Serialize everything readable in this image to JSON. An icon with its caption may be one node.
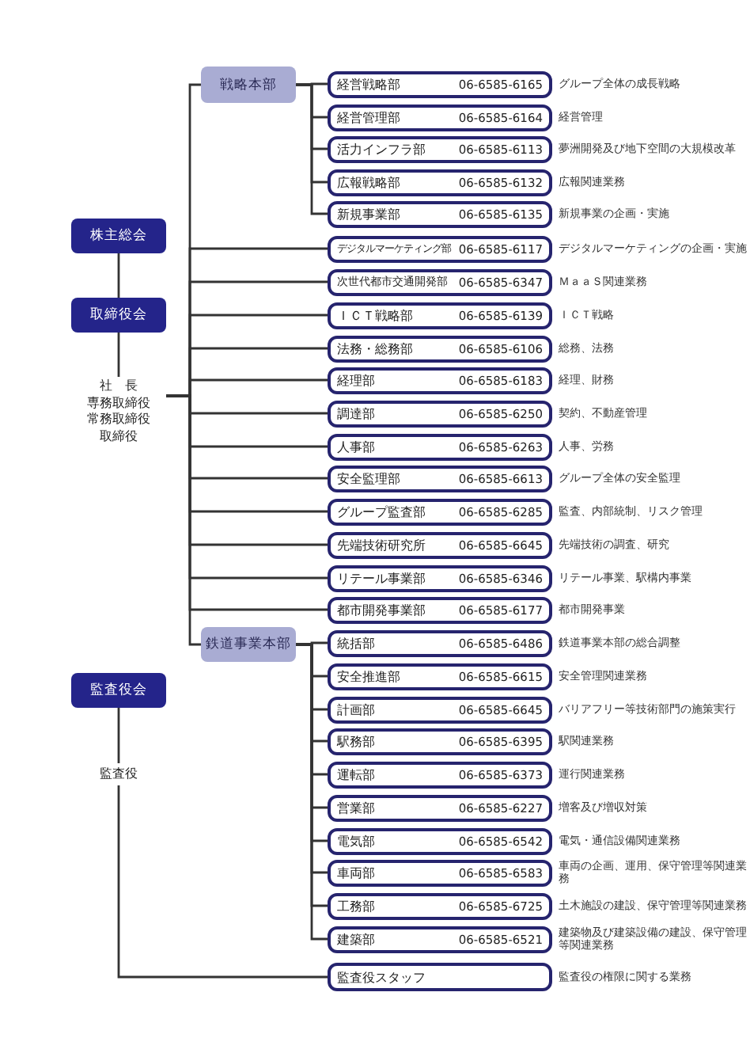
{
  "diagram": {
    "nodes": [
      {
        "text": [
          "株主総会"
        ]
      },
      {
        "text": [
          "取締役会"
        ]
      },
      {
        "text": [
          "社　長",
          "専務取締役",
          "常務取締役",
          "取締役"
        ]
      },
      {
        "text": [
          "監査役会"
        ]
      },
      {
        "text": [
          "監査役"
        ]
      },
      {
        "text": [
          "戦略本部"
        ]
      },
      {
        "text": [
          "経営戦略部",
          "06-6585-6165"
        ],
        "beside": [
          "グループ全体の成長戦略"
        ]
      },
      {
        "text": [
          "経営管理部",
          "06-6585-6164"
        ],
        "beside": [
          "経営管理"
        ]
      },
      {
        "text": [
          "活力インフラ部",
          "06-6585-6113"
        ],
        "beside": [
          "夢洲開発及び地下空間の大規模改革"
        ]
      },
      {
        "text": [
          "広報戦略部",
          "06-6585-6132"
        ],
        "beside": [
          "広報関連業務"
        ]
      },
      {
        "text": [
          "新規事業部",
          "06-6585-6135"
        ],
        "beside": [
          "新規事業の企画・実施"
        ]
      },
      {
        "text": [
          "デジタルマーケティング部",
          "06-6585-6117"
        ],
        "beside": [
          "デジタルマーケティングの企画・実施"
        ]
      },
      {
        "text": [
          "次世代都市交通開発部",
          "06-6585-6347"
        ],
        "beside": [
          "ＭａａＳ関連業務"
        ]
      },
      {
        "text": [
          "ＩＣＴ戦略部",
          "06-6585-6139"
        ],
        "beside": [
          "ＩＣＴ戦略"
        ]
      },
      {
        "text": [
          "法務・総務部",
          "06-6585-6106"
        ],
        "beside": [
          "総務、法務"
        ]
      },
      {
        "text": [
          "経理部",
          "06-6585-6183"
        ],
        "beside": [
          "経理、財務"
        ]
      },
      {
        "text": [
          "調達部",
          "06-6585-6250"
        ],
        "beside": [
          "契約、不動産管理"
        ]
      },
      {
        "text": [
          "人事部",
          "06-6585-6263"
        ],
        "beside": [
          "人事、労務"
        ]
      },
      {
        "text": [
          "安全監理部",
          "06-6585-6613"
        ],
        "beside": [
          "グループ全体の安全監理"
        ]
      },
      {
        "text": [
          "グループ監査部",
          "06-6585-6285"
        ],
        "beside": [
          "監査、内部統制、リスク管理"
        ]
      },
      {
        "text": [
          "先端技術研究所",
          "06-6585-6645"
        ],
        "beside": [
          "先端技術の調査、研究"
        ]
      },
      {
        "text": [
          "リテール事業部",
          "06-6585-6346"
        ],
        "beside": [
          "リテール事業、駅構内事業"
        ]
      },
      {
        "text": [
          "都市開発事業部",
          "06-6585-6177"
        ],
        "beside": [
          "都市開発事業"
        ]
      },
      {
        "text": [
          "鉄道事業本部"
        ]
      },
      {
        "text": [
          "統括部",
          "06-6585-6486"
        ],
        "beside": [
          "鉄道事業本部の総合調整"
        ]
      },
      {
        "text": [
          "安全推進部",
          "06-6585-6615"
        ],
        "beside": [
          "安全管理関連業務"
        ]
      },
      {
        "text": [
          "計画部",
          "06-6585-6645"
        ],
        "beside": [
          "バリアフリー等技術部門の施策実行"
        ]
      },
      {
        "text": [
          "駅務部",
          "06-6585-6395"
        ],
        "beside": [
          "駅関連業務"
        ]
      },
      {
        "text": [
          "運転部",
          "06-6585-6373"
        ],
        "beside": [
          "運行関連業務"
        ]
      },
      {
        "text": [
          "営業部",
          "06-6585-6227"
        ],
        "beside": [
          "増客及び増収対策"
        ]
      },
      {
        "text": [
          "電気部",
          "06-6585-6542"
        ],
        "beside": [
          "電気・通信設備関連業務"
        ]
      },
      {
        "text": [
          "車両部",
          "06-6585-6583"
        ],
        "beside": [
          "車両の企画、運用、保守管理等関連業務"
        ]
      },
      {
        "text": [
          "工務部",
          "06-6585-6725"
        ],
        "beside": [
          "土木施設の建設、保守管理等関連業務"
        ]
      },
      {
        "text": [
          "建築部",
          "06-6585-6521"
        ],
        "beside": [
          "建築物及び建築設備の建設、保守管理等関連業務"
        ]
      },
      {
        "text": [
          "監査役スタッフ"
        ],
        "beside": [
          "監査役の権限に関する業務"
        ]
      }
    ],
    "edges": [
      {
        "from": 0,
        "to": 1,
        "arrow": "none"
      },
      {
        "from": 1,
        "to": 2,
        "arrow": "none"
      },
      {
        "from": 2,
        "to": 5,
        "arrow": "none"
      },
      {
        "from": 5,
        "to": 6,
        "arrow": "none"
      },
      {
        "from": 5,
        "to": 7,
        "arrow": "none"
      },
      {
        "from": 5,
        "to": 8,
        "arrow": "none"
      },
      {
        "from": 5,
        "to": 9,
        "arrow": "none"
      },
      {
        "from": 5,
        "to": 10,
        "arrow": "none"
      },
      {
        "from": 2,
        "to": 11,
        "arrow": "none"
      },
      {
        "from": 2,
        "to": 12,
        "arrow": "none"
      },
      {
        "from": 2,
        "to": 13,
        "arrow": "none"
      },
      {
        "from": 2,
        "to": 14,
        "arrow": "none"
      },
      {
        "from": 2,
        "to": 15,
        "arrow": "none"
      },
      {
        "from": 2,
        "to": 16,
        "arrow": "none"
      },
      {
        "from": 2,
        "to": 17,
        "arrow": "none"
      },
      {
        "from": 2,
        "to": 18,
        "arrow": "none"
      },
      {
        "from": 2,
        "to": 19,
        "arrow": "none"
      },
      {
        "from": 2,
        "to": 20,
        "arrow": "none"
      },
      {
        "from": 2,
        "to": 21,
        "arrow": "none"
      },
      {
        "from": 2,
        "to": 22,
        "arrow": "none"
      },
      {
        "from": 2,
        "to": 23,
        "arrow": "none"
      },
      {
        "from": 23,
        "to": 24,
        "arrow": "none"
      },
      {
        "from": 23,
        "to": 25,
        "arrow": "none"
      },
      {
        "from": 23,
        "to": 26,
        "arrow": "none"
      },
      {
        "from": 23,
        "to": 27,
        "arrow": "none"
      },
      {
        "from": 23,
        "to": 28,
        "arrow": "none"
      },
      {
        "from": 23,
        "to": 29,
        "arrow": "none"
      },
      {
        "from": 23,
        "to": 30,
        "arrow": "none"
      },
      {
        "from": 23,
        "to": 31,
        "arrow": "none"
      },
      {
        "from": 23,
        "to": 32,
        "arrow": "none"
      },
      {
        "from": 23,
        "to": 33,
        "arrow": "none"
      },
      {
        "from": 3,
        "to": 4,
        "arrow": "none"
      },
      {
        "from": 4,
        "to": 34,
        "arrow": "none"
      }
    ]
  }
}
